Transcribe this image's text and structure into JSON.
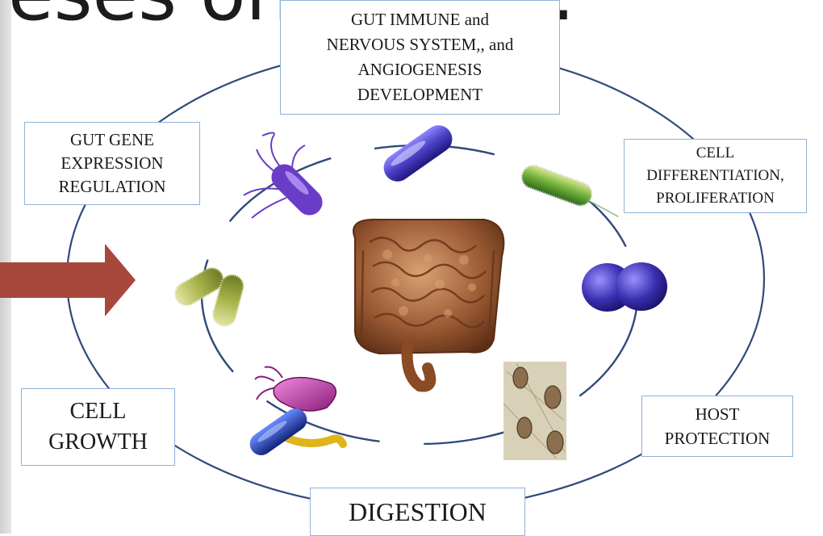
{
  "slide": {
    "title_fragment": "eses on health."
  },
  "labels": {
    "immune": "GUT IMMUNE and\nNERVOUS SYSTEM,, and\nANGIOGENESIS\nDEVELOPMENT",
    "gene": "GUT GENE\nEXPRESSION\nREGULATION",
    "differentiation": "CELL\nDIFFERENTIATION,\nPROLIFERATION",
    "growth": "CELL\nGROWTH",
    "host": "HOST\nPROTECTION",
    "digestion": "DIGESTION"
  },
  "colors": {
    "cycle_line": "#2f4a7a",
    "arrow": "#a8473c",
    "box_border": "#8fb2d6",
    "intestine": "#9a5a34",
    "rod_bacterium_blue": "#4b3fc4",
    "flagellated_bacterium": "#6a3cc8",
    "rod_bacterium_green": "#6fae3a",
    "diplococcus": "#3a2fb0",
    "bacilli_olive": "#a6b34a",
    "protozoa_magenta": "#b0319a",
    "spirillum_blue": "#1f3fb8",
    "micrograph_background": "#d9d0b8"
  },
  "illustrations": [
    "intestine-illustration",
    "rod-bacterium-blue",
    "flagellated-bacterium",
    "rod-bacterium-green",
    "diplococcus",
    "bacilli-olive",
    "protozoa",
    "spirillum",
    "micrograph"
  ]
}
